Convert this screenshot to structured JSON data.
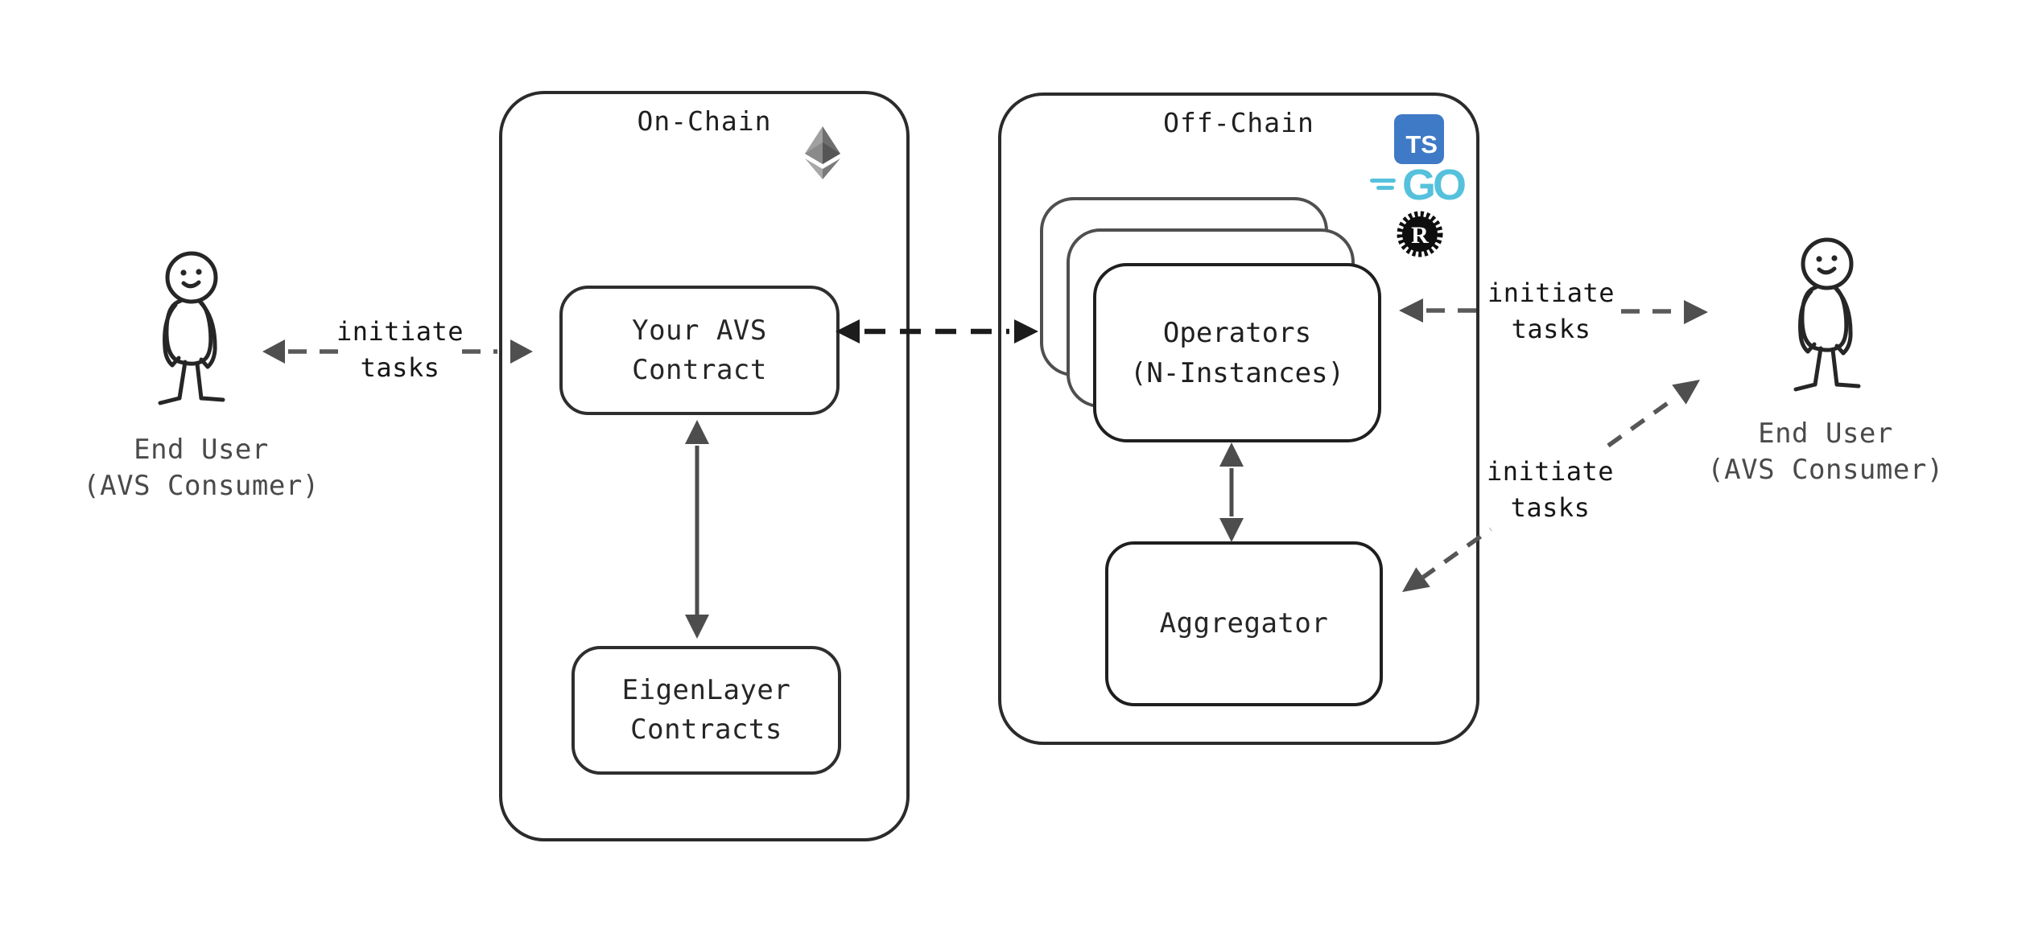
{
  "onchain": {
    "title": "On-Chain",
    "avs_contract": {
      "line1": "Your AVS",
      "line2": "Contract"
    },
    "eigenlayer": {
      "line1": "EigenLayer",
      "line2": "Contracts"
    }
  },
  "offchain": {
    "title": "Off-Chain",
    "operators": {
      "line1": "Operators",
      "line2": "(N-Instances)"
    },
    "aggregator": {
      "label": "Aggregator"
    },
    "icons": {
      "ts": "TS",
      "go": "GO",
      "rust": "R"
    }
  },
  "actors": {
    "left_user": {
      "line1": "End User",
      "line2": "(AVS Consumer)"
    },
    "right_user": {
      "line1": "End User",
      "line2": "(AVS Consumer)"
    }
  },
  "edges": {
    "left": {
      "line1": "initiate",
      "line2": "tasks"
    },
    "right_top": {
      "line1": "initiate",
      "line2": "tasks"
    },
    "right_diag": {
      "line1": "initiate",
      "line2": "tasks"
    }
  },
  "colors": {
    "stroke_dark": "#2b2b2b",
    "arrow_gray": "#555555",
    "arrow_black": "#1c1c1c",
    "label_gray": "#4a4a4a",
    "ts_blue": "#3f7ac6",
    "go_cyan": "#55c1dc",
    "rust_black": "#0e0e0e",
    "eth_gray_light": "#a0a0a0",
    "eth_gray_dark": "#6e6e6e"
  }
}
